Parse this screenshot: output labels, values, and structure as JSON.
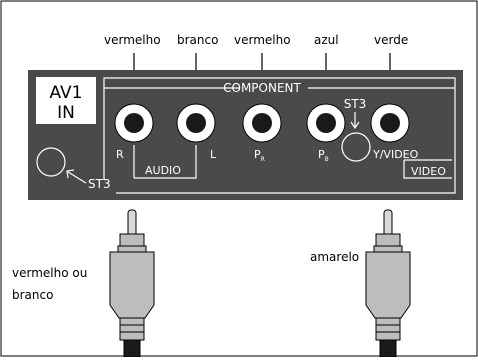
{
  "top_labels": [
    "vermelho",
    "branco",
    "vermelho",
    "azul",
    "verde"
  ],
  "panel": {
    "av_line1": "AV1",
    "av_line2": "IN",
    "component": "COMPONENT",
    "st3_top": "ST3",
    "st3_bottom": "ST3",
    "r": "R",
    "l": "L",
    "pr_main": "P",
    "pr_sub": "R",
    "pb_main": "P",
    "pb_sub": "B",
    "y_video": "Y/VIDEO",
    "audio": "AUDIO",
    "video": "VIDEO"
  },
  "cable_labels": {
    "left": "vermelho ou branco",
    "right": "amarelo"
  },
  "colors": {
    "panel": "#4a4a4a",
    "jack_ring": "#ffffff",
    "jack_core": "#1a1a1a",
    "plug_body": "#bdbdbd",
    "outline": "#000000"
  }
}
